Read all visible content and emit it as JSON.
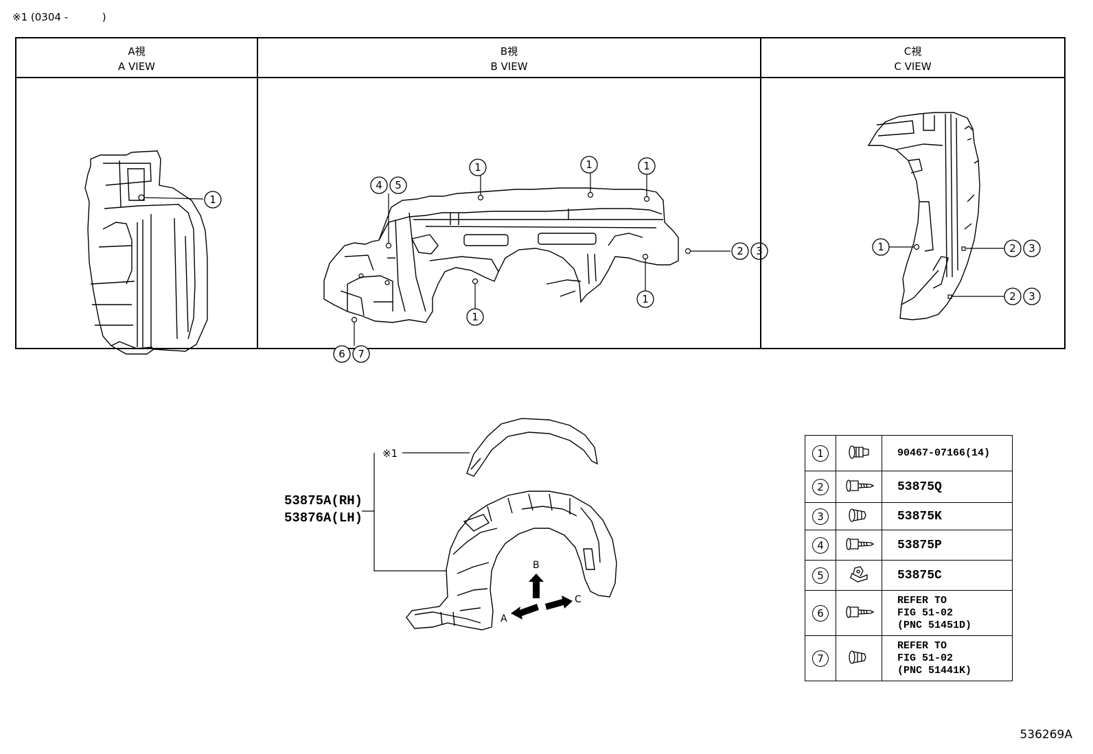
{
  "note": {
    "mark": "※1",
    "range": "(0304 -",
    "range_end": ")"
  },
  "views": [
    {
      "jp": "A視",
      "en": "A VIEW"
    },
    {
      "jp": "B視",
      "en": "B VIEW"
    },
    {
      "jp": "C視",
      "en": "C VIEW"
    }
  ],
  "callouts": {
    "a": [
      "1"
    ],
    "b": [
      "1",
      "1",
      "1",
      "1",
      "1",
      "4",
      "5",
      "2",
      "3",
      "6",
      "7"
    ],
    "c": [
      "1",
      "2",
      "3",
      "2",
      "3"
    ]
  },
  "main": {
    "part_rh": "53875A(RH)",
    "part_lh": "53876A(LH)",
    "note_mark": "※1",
    "arrow_a": "A",
    "arrow_b": "B",
    "arrow_c": "C"
  },
  "legend": [
    {
      "num": "1",
      "icon": "push-clip-icon",
      "lines": [
        "90467-07166(14)"
      ]
    },
    {
      "num": "2",
      "icon": "screw-grommet-icon",
      "lines": [
        "53875Q"
      ]
    },
    {
      "num": "3",
      "icon": "grommet-icon",
      "lines": [
        "53875K"
      ]
    },
    {
      "num": "4",
      "icon": "screw-grommet-icon",
      "lines": [
        "53875P"
      ]
    },
    {
      "num": "5",
      "icon": "clip-nut-icon",
      "lines": [
        "53875C"
      ]
    },
    {
      "num": "6",
      "icon": "screw-grommet-icon",
      "lines": [
        "REFER TO",
        "FIG 51-02",
        "(PNC 51451D)"
      ]
    },
    {
      "num": "7",
      "icon": "grommet-icon",
      "lines": [
        "REFER TO",
        "FIG 51-02",
        "(PNC 51441K)"
      ]
    }
  ],
  "diagram_code": "536269A"
}
